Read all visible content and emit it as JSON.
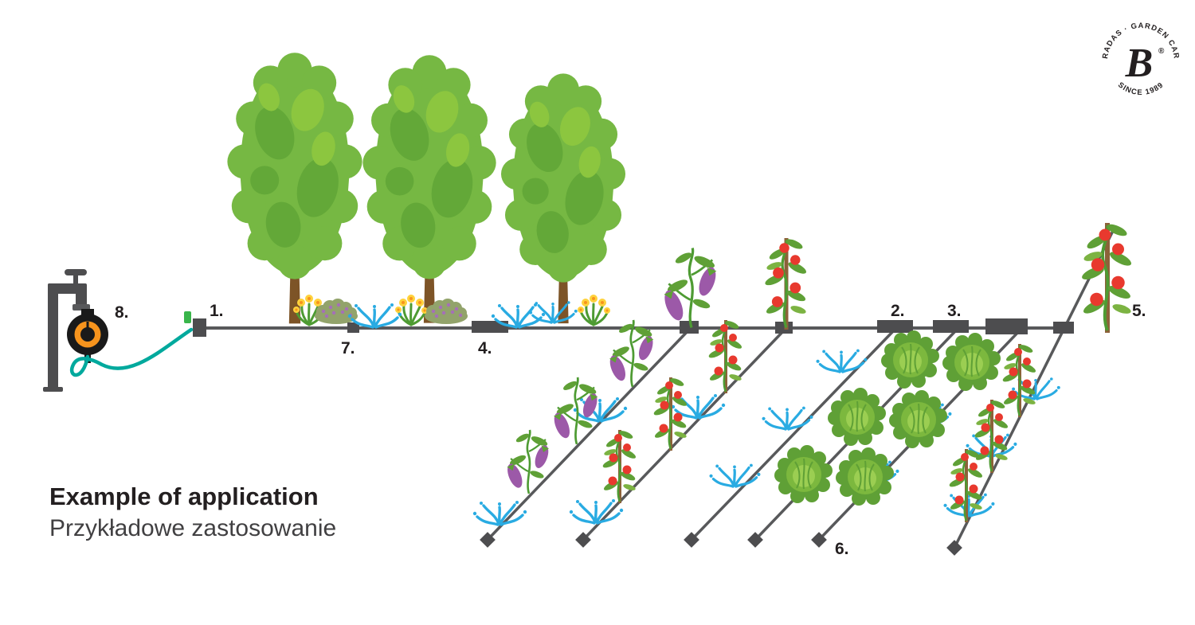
{
  "title": {
    "heading": "Example of application",
    "subheading": "Przykładowe zastosowanie"
  },
  "logo": {
    "letter": "B",
    "registered": "®",
    "arc_top": "· BRADAS · GARDEN CARE ·",
    "arc_bottom": "SINCE 1989"
  },
  "callouts": {
    "c1": "1.",
    "c2": "2.",
    "c3": "3.",
    "c4": "4.",
    "c5": "5.",
    "c6": "6.",
    "c7": "7.",
    "c8": "8."
  },
  "colors": {
    "pipe_gray": "#58595B",
    "connector_gray": "#4D4D4F",
    "water_blue": "#29ABE2",
    "hose_teal": "#00A99D",
    "timer_black": "#1A1A1A",
    "timer_orange": "#F7941D",
    "tree_green": "#76B843",
    "tree_green_dark": "#63A838",
    "tree_green_light": "#8CC63F",
    "trunk_brown": "#7D5427",
    "stake_brown": "#8C6239",
    "leaf_green": "#5FA036",
    "tomato_red": "#E8392E",
    "eggplant_purple": "#9C59A8",
    "cabbage_green": "#7CB83E",
    "flower_yellow": "#FFD23C",
    "text_dark": "#231F20"
  }
}
